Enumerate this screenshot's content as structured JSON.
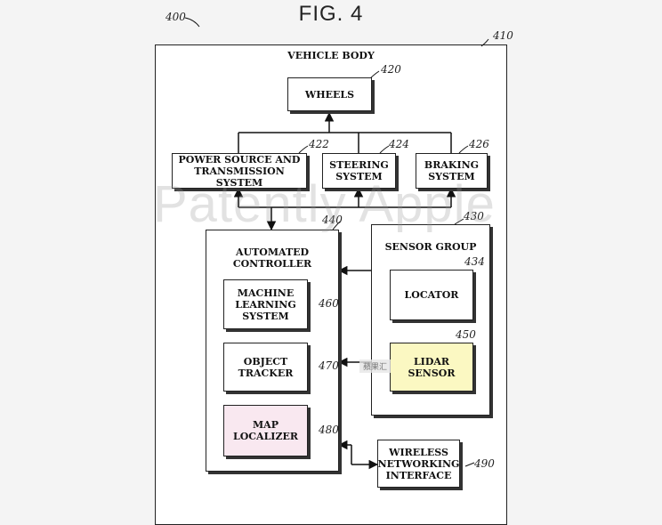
{
  "figure": {
    "title": "FIG. 4",
    "ref": "400"
  },
  "vehicle_body": {
    "label": "VEHICLE BODY",
    "ref": "410"
  },
  "wheels": {
    "label": "WHEELS",
    "ref": "420"
  },
  "power": {
    "line1": "POWER SOURCE AND",
    "line2": "TRANSMISSION SYSTEM",
    "ref": "422"
  },
  "steering": {
    "line1": "STEERING",
    "line2": "SYSTEM",
    "ref": "424"
  },
  "braking": {
    "line1": "BRAKING",
    "line2": "SYSTEM",
    "ref": "426"
  },
  "controller": {
    "line1": "AUTOMATED",
    "line2": "CONTROLLER",
    "ref": "440"
  },
  "ml": {
    "line1": "MACHINE",
    "line2": "LEARNING",
    "line3": "SYSTEM",
    "ref": "460"
  },
  "tracker": {
    "line1": "OBJECT",
    "line2": "TRACKER",
    "ref": "470"
  },
  "map": {
    "line1": "MAP",
    "line2": "LOCALIZER",
    "ref": "480"
  },
  "sensor_group": {
    "label": "SENSOR GROUP",
    "ref": "430"
  },
  "locator": {
    "label": "LOCATOR",
    "ref": "434"
  },
  "lidar": {
    "label": "LIDAR SENSOR",
    "ref": "450"
  },
  "wireless": {
    "line1": "WIRELESS",
    "line2": "NETWORKING",
    "line3": "INTERFACE",
    "ref": "490"
  },
  "watermark": {
    "text": "Patently Apple",
    "small": "蘋果汇"
  },
  "colors": {
    "map_fill": "#f9e8f0",
    "lidar_fill": "#fbf8c2"
  }
}
